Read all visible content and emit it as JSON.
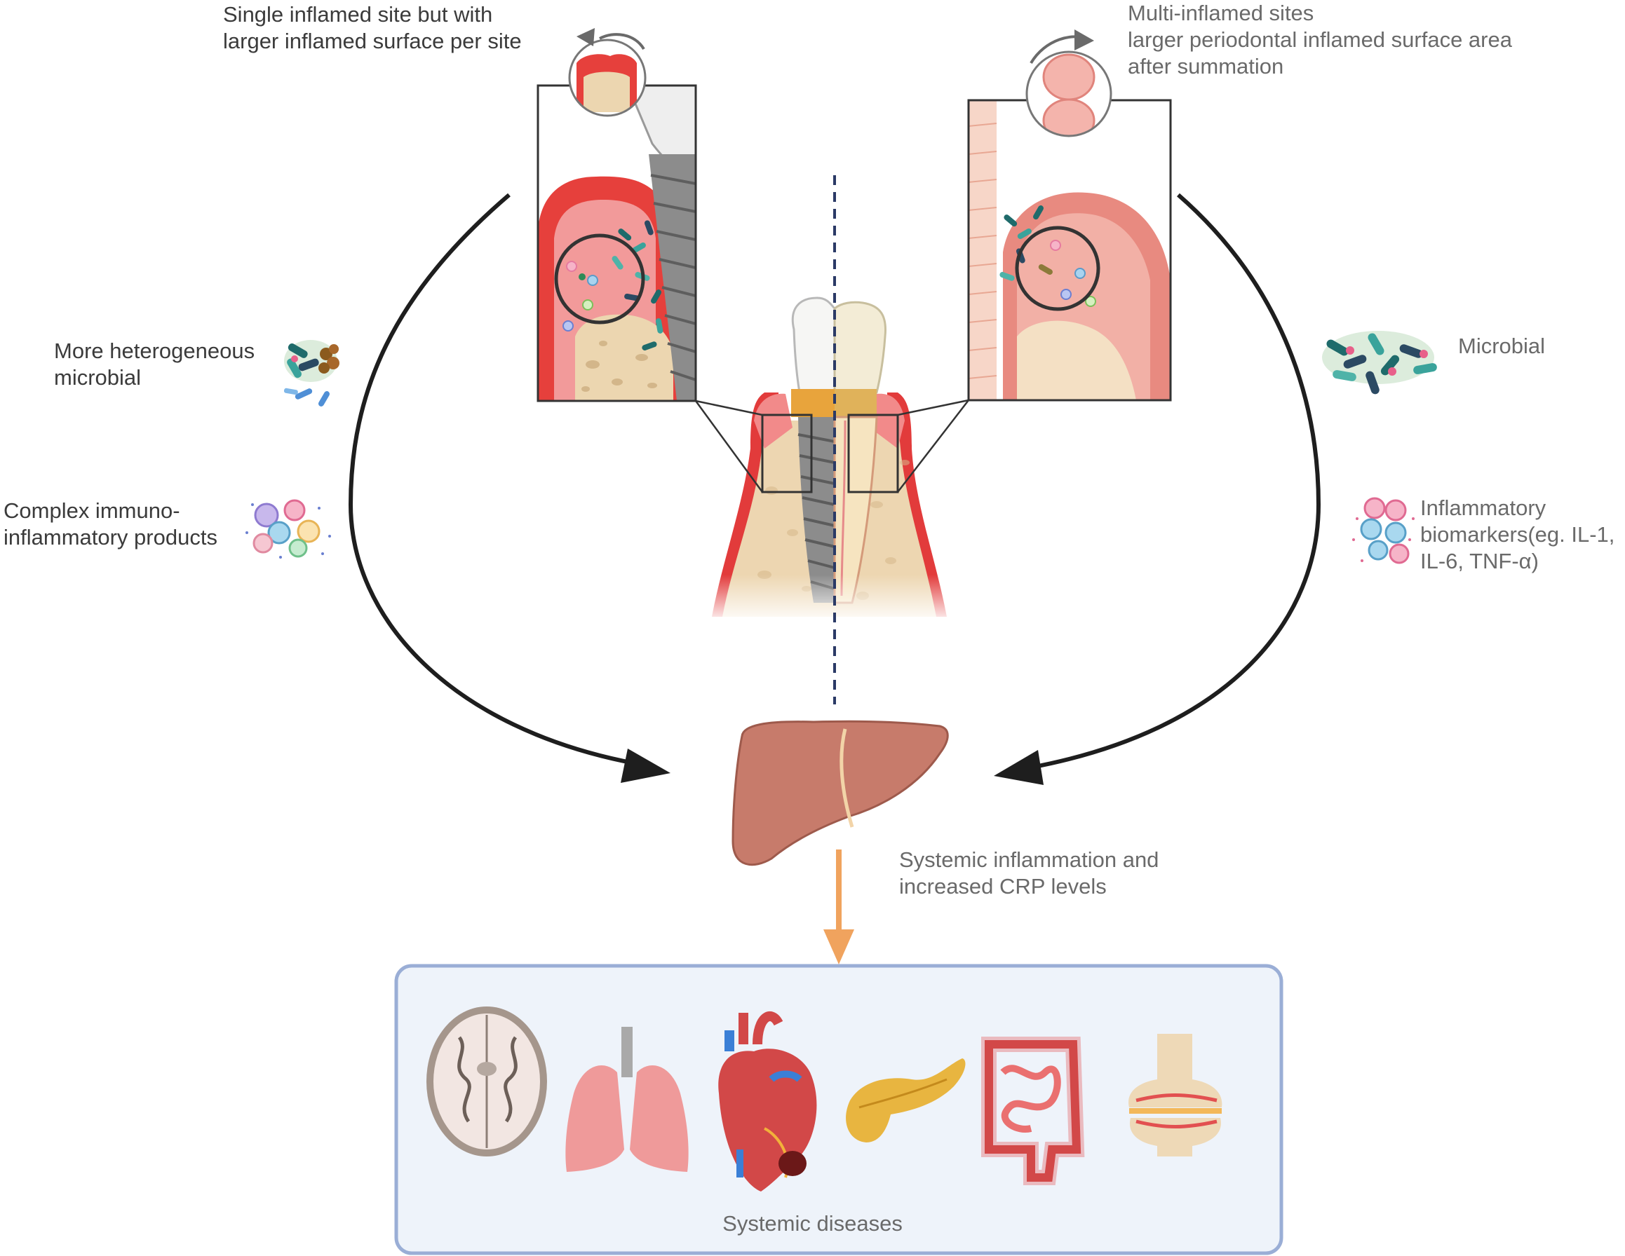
{
  "labels": {
    "single_site": "Single inflamed site but  with\nlarger inflamed surface per site",
    "multi_site": "Multi-inflamed sites\nlarger periodontal inflamed surface area\nafter summation",
    "heterogeneous_microbial": "More heterogeneous\nmicrobial",
    "complex_products": "Complex immuno-\ninflammatory products",
    "microbial": "Microbial",
    "biomarkers": "Inflammatory\nbiomarkers(eg. IL-1,\nIL-6, TNF-α)",
    "systemic_inflammation": "Systemic inflammation and\nincreased CRP levels",
    "systemic_diseases": "Systemic diseases"
  },
  "icons": {
    "left_zoom": "peri-implantitis-zoom-icon",
    "right_zoom": "periodontitis-zoom-icon",
    "tooth": "implant-and-tooth-icon",
    "liver": "liver-icon",
    "organs": [
      "brain-icon",
      "lungs-icon",
      "heart-icon",
      "pancreas-icon",
      "intestine-icon",
      "knee-joint-icon"
    ]
  },
  "colors": {
    "gum": "#e23b3b",
    "gum_light": "#f28a8a",
    "bone": "#eed9b7",
    "liver": "#c77b6b",
    "arrow": "#1e1e1e",
    "orange_arrow": "#f0a35e",
    "panel_border": "#9aaed6",
    "panel_fill": "#eef3fa"
  }
}
